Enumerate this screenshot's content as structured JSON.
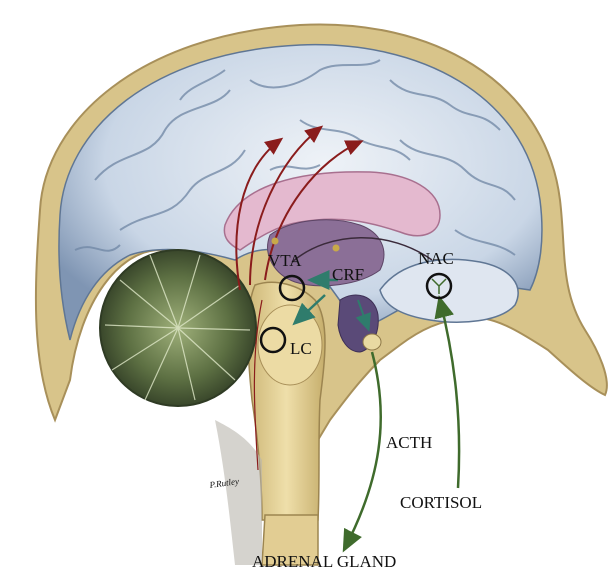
{
  "labels": {
    "vta": "VTA",
    "crf": "CRF",
    "nac": "NAC",
    "lc": "LC",
    "acth": "ACTH",
    "cortisol": "CORTISOL",
    "adrenal": "ADRENAL GLAND",
    "signature": "P.Rutley"
  },
  "colors": {
    "skull": "#d8c48a",
    "skull_edge": "#a8905a",
    "cortex": "#c9d6e6",
    "cortex_shadow": "#6f86a4",
    "cerebellum": "#5d7043",
    "corpus": "#d7a8c2",
    "thalamus": "#8b6f97",
    "brainstem": "#e2cd93",
    "red_arrow": "#8a1c1c",
    "green_arrow": "#3f6b2c",
    "teal_arrow": "#2f7c6c"
  },
  "icons": {
    "vta": "circle-marker",
    "nac": "circle-marker",
    "lc": "circle-marker"
  }
}
